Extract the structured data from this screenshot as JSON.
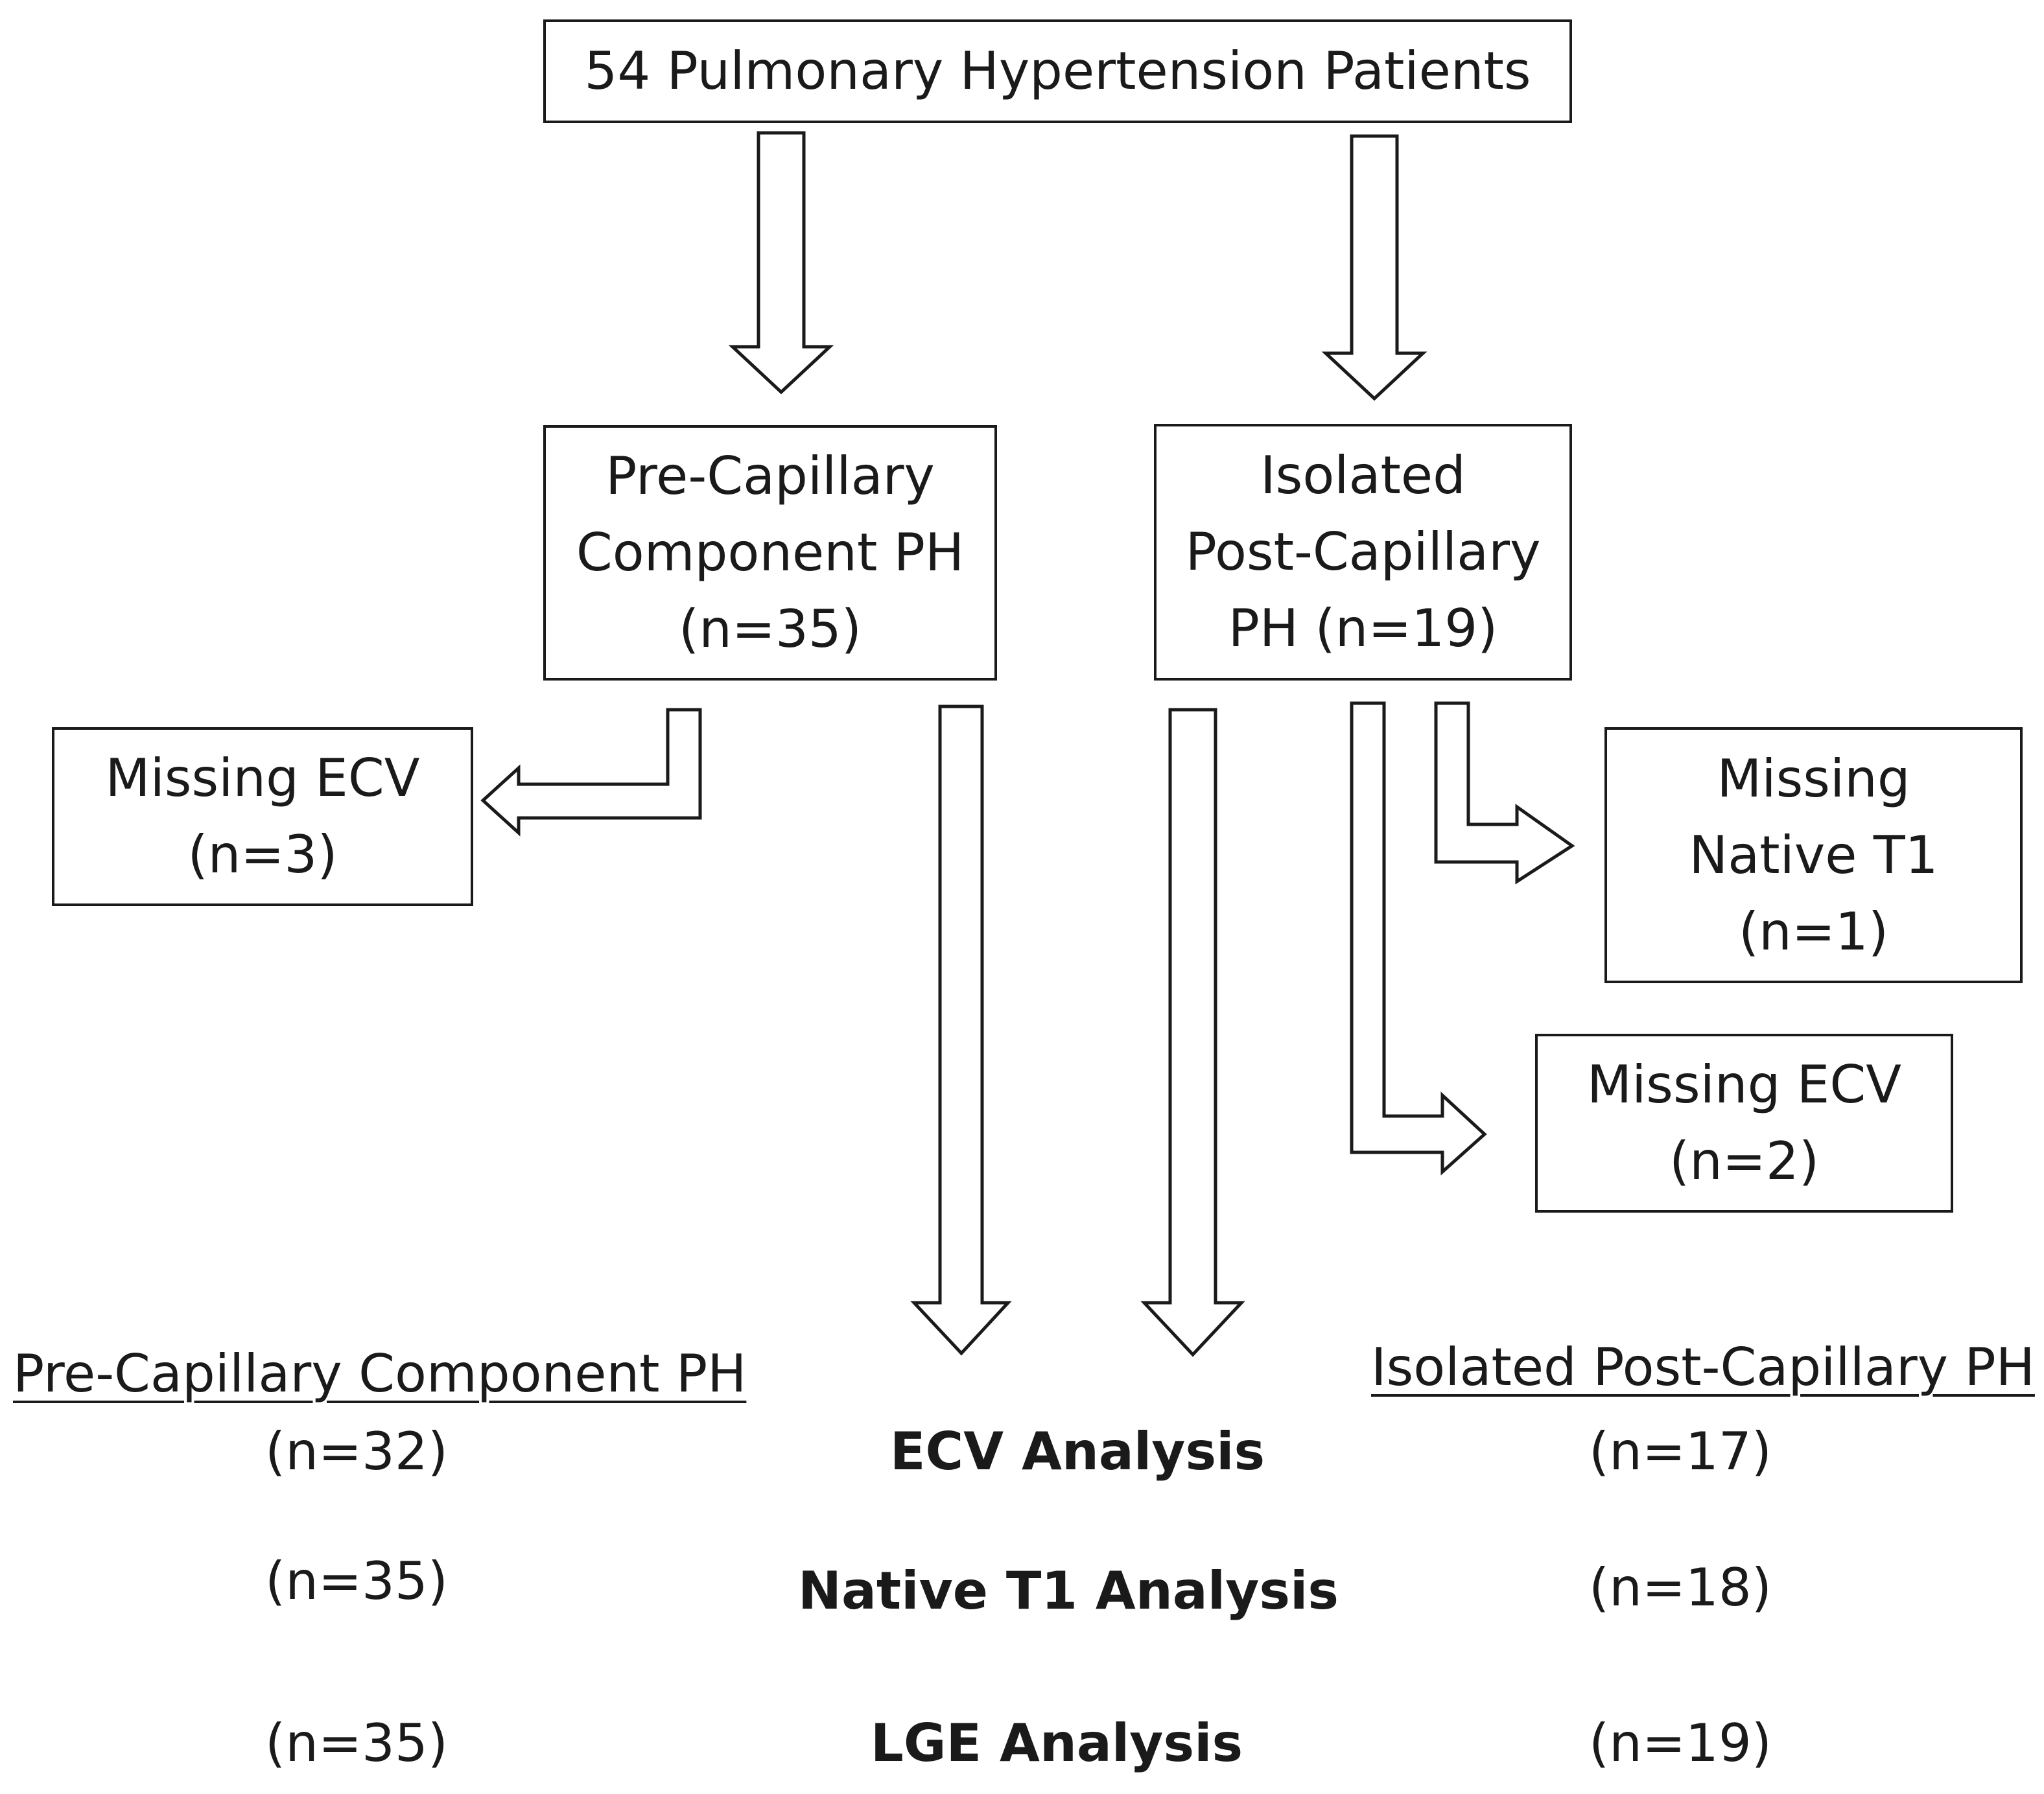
{
  "top_box": "54 Pulmonary Hypertension Patients",
  "pre_box": [
    "Pre-Capillary",
    "Component PH",
    "(n=35)"
  ],
  "post_box": [
    "Isolated",
    "Post-Capillary",
    "PH (n=19)"
  ],
  "pre_missing_ecv": [
    "Missing ECV",
    "(n=3)"
  ],
  "post_missing_t1": [
    "Missing",
    "Native T1",
    "(n=1)"
  ],
  "post_missing_ecv": [
    "Missing ECV",
    "(n=2)"
  ],
  "summary": {
    "pre_header": "Pre-Capillary Component PH",
    "post_header": "Isolated Post-Capillary PH",
    "rows": [
      {
        "label": "ECV Analysis",
        "pre": "(n=32)",
        "post": "(n=17)"
      },
      {
        "label": "Native T1 Analysis",
        "pre": "(n=35)",
        "post": "(n=18)"
      },
      {
        "label": "LGE Analysis",
        "pre": "(n=35)",
        "post": "(n=19)"
      }
    ]
  }
}
